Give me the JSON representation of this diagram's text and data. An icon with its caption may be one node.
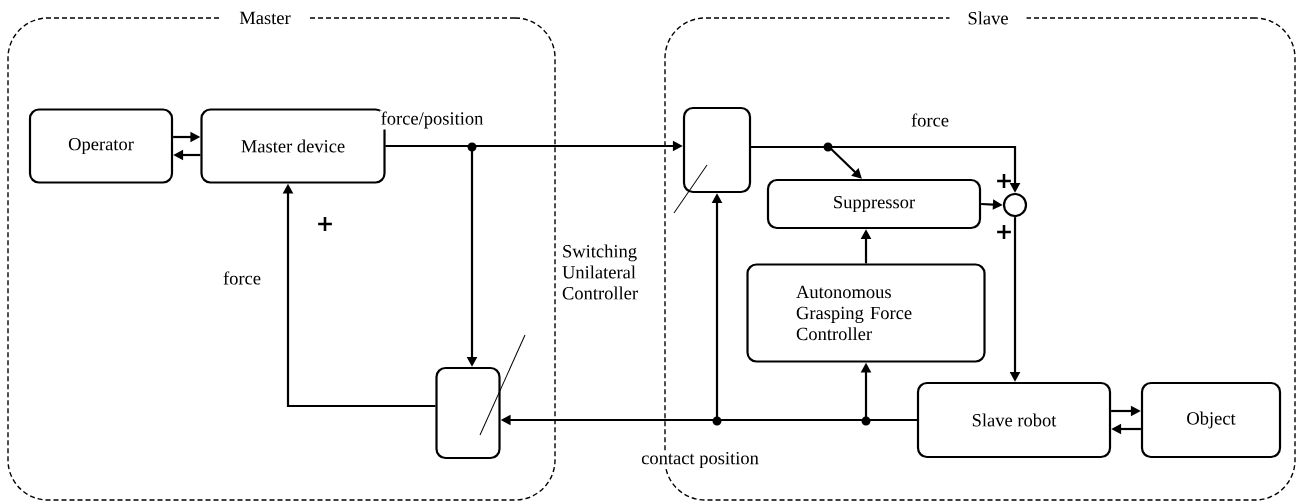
{
  "diagram": {
    "nodes": [
      {
        "text": [
          "Master"
        ]
      },
      {
        "text": [
          "Slave"
        ]
      },
      {
        "text": [
          "Operator"
        ],
        "in": 0
      },
      {
        "text": [
          "Master device"
        ],
        "in": 0
      },
      {
        "text": [],
        "shape": "box",
        "in": 0
      },
      {
        "text": [],
        "shape": "box",
        "in": 1
      },
      {
        "text": [
          "Suppressor"
        ],
        "in": 1
      },
      {
        "text": [],
        "shape": "circle",
        "in": 1
      },
      {
        "text": [
          "Autonomous Grasping Force Controller"
        ],
        "in": 1
      },
      {
        "text": [
          "Slave robot"
        ],
        "in": 1
      },
      {
        "text": [
          "Object"
        ],
        "in": 1
      }
    ],
    "edges": [
      {
        "from": 2,
        "to": 3,
        "arrow": "to"
      },
      {
        "from": 3,
        "to": 2,
        "arrow": "to"
      },
      {
        "from": 3,
        "to": 5,
        "arrow": "to",
        "label": "force/position"
      },
      {
        "from": 3,
        "to": 4,
        "arrow": "to"
      },
      {
        "from": 5,
        "to": 7,
        "arrow": "to",
        "label": "force"
      },
      {
        "from": 5,
        "to": 6,
        "arrow": "to"
      },
      {
        "from": 6,
        "to": 7,
        "arrow": "to"
      },
      {
        "from": 8,
        "to": 6,
        "arrow": "to"
      },
      {
        "from": 7,
        "to": 9,
        "arrow": "to"
      },
      {
        "from": 9,
        "to": 4,
        "arrow": "to",
        "label": "contact position"
      },
      {
        "from": 9,
        "to": 5,
        "arrow": "to"
      },
      {
        "from": 9,
        "to": 8,
        "arrow": "to"
      },
      {
        "from": 4,
        "to": 3,
        "arrow": "to",
        "label": "force"
      },
      {
        "from": 9,
        "to": 10,
        "arrow": "to"
      },
      {
        "from": 10,
        "to": 9,
        "arrow": "to"
      }
    ],
    "labels": [
      "+",
      "+",
      "+",
      "Switching Unilateral Controller"
    ]
  }
}
